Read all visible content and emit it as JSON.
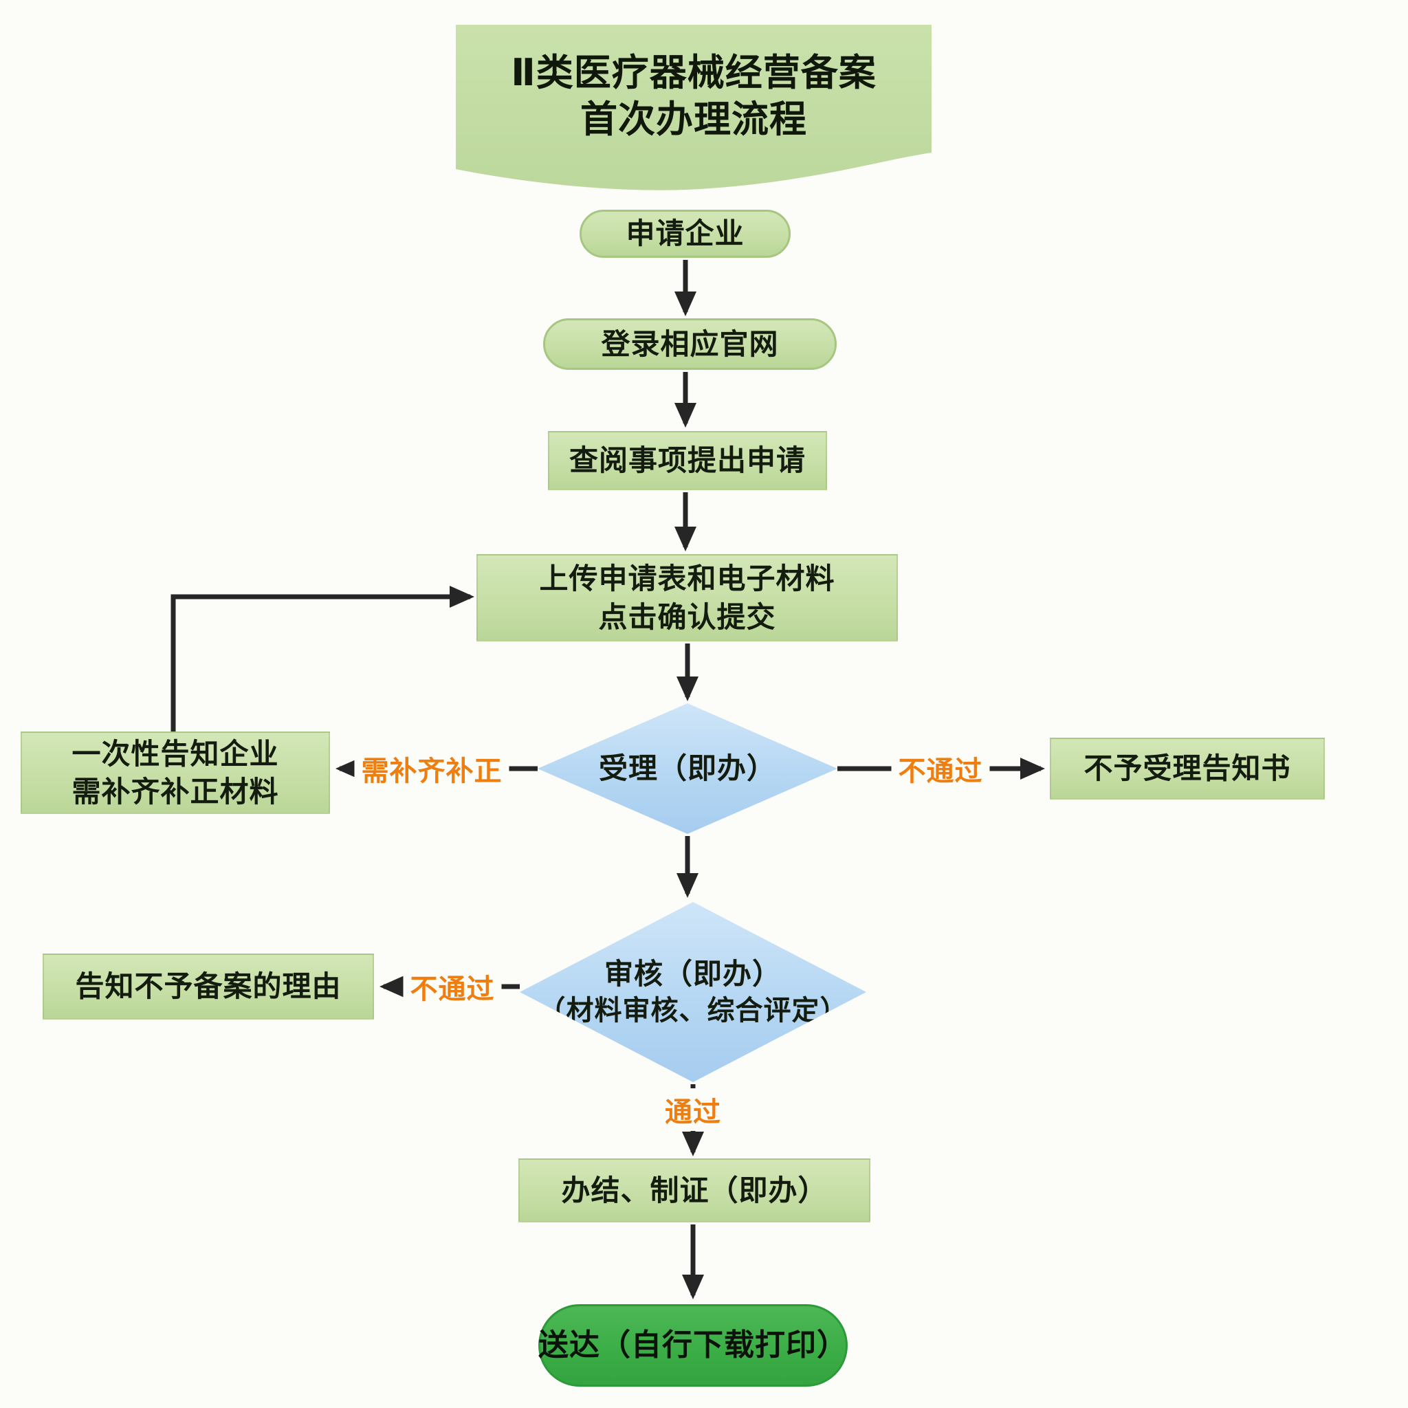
{
  "title": {
    "line1": "Ⅱ类医疗器械经营备案",
    "line2": "首次办理流程"
  },
  "nodes": {
    "applicant": {
      "label": "申请企业"
    },
    "login": {
      "label": "登录相应官网"
    },
    "check_submit": {
      "label": "查阅事项提出申请"
    },
    "upload": {
      "line1": "上传申请表和电子材料",
      "line2": "点击确认提交"
    },
    "accept": {
      "label": "受理（即办）"
    },
    "supplement_notice": {
      "line1": "一次性告知企业",
      "line2": "需补齐补正材料"
    },
    "reject_notice": {
      "label": "不予受理告知书"
    },
    "audit": {
      "line1": "审核（即办）",
      "line2": "（材料审核、综合评定）"
    },
    "reject_reason": {
      "label": "告知不予备案的理由"
    },
    "finish": {
      "label": "办结、制证（即办）"
    },
    "deliver": {
      "label": "送达（自行下载打印）"
    }
  },
  "edge_labels": {
    "need_supplement": "需补齐补正",
    "accept_fail": "不通过",
    "audit_fail": "不通过",
    "audit_pass": "通过"
  },
  "colors": {
    "node_green_fill": "#c7dfa7",
    "banner_green_fill": "#c3dda3",
    "diamond_blue_fill": "#b5d7f3",
    "deliver_green_fill": "#3cae47",
    "edge_label_orange": "#ee7e10",
    "connector_black": "#262626"
  }
}
